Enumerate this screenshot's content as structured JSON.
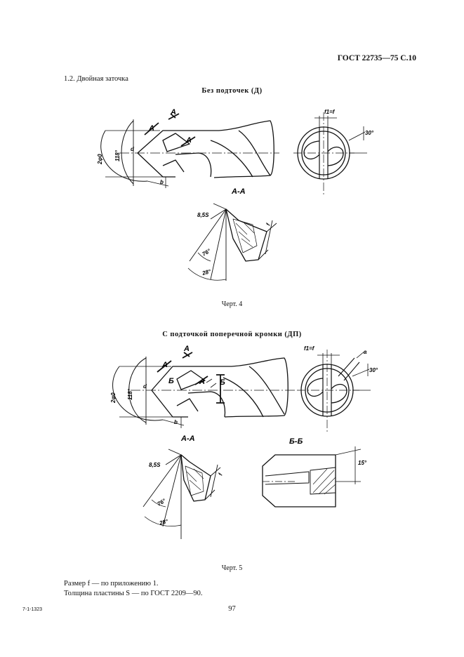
{
  "header": "ГОСТ 22735—75 С.10",
  "section": "1.2. Двойная заточка",
  "figure4": {
    "subtitle": "Без подточек (Д)",
    "caption": "Черт. 4",
    "labels": {
      "a1": "A",
      "a2": "A",
      "a3": "A",
      "diam2": "2φ0",
      "angle118": "118°",
      "dlab": "d",
      "blab": "b",
      "f1": "f1=f",
      "ang30": "30°",
      "section": "A-A",
      "s855": "8,5S",
      "sec_f": "f",
      "ang76": "76°",
      "ang28": "28°"
    }
  },
  "figure5": {
    "subtitle": "С подточкой поперечной кромки (ДП)",
    "caption": "Черт. 5",
    "labels": {
      "a1": "A",
      "a2": "A",
      "a3": "A",
      "b1": "Б",
      "b2": "Б",
      "diam2": "2φ0",
      "angle118": "118°",
      "dlab": "d",
      "blab": "b",
      "f1": "f1=f",
      "alab": "a",
      "ang30": "30°",
      "sectionA": "A-A",
      "s855": "8,5S",
      "sec_f": "f",
      "ang76": "76°",
      "ang28": "28°",
      "sectionB": "Б-Б",
      "ang15": "15°"
    }
  },
  "notes": [
    "Размер f — по приложению 1.",
    "Толщина пластины S — по ГОСТ 2209—90."
  ],
  "page_number": "97",
  "print_code": "7-1-1323"
}
